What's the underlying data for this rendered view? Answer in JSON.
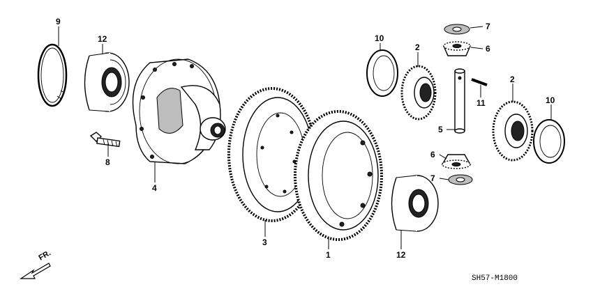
{
  "callouts": {
    "c9": "9",
    "c12a": "12",
    "c8": "8",
    "c4": "4",
    "c3": "3",
    "c1": "1",
    "c12b": "12",
    "c10a": "10",
    "c2a": "2",
    "c7a": "7",
    "c6a": "6",
    "c11": "11",
    "c5": "5",
    "c2b": "2",
    "c10b": "10",
    "c6b": "6",
    "c7b": "7"
  },
  "direction_label": "FR.",
  "diagram_code": "SH57-M1800"
}
